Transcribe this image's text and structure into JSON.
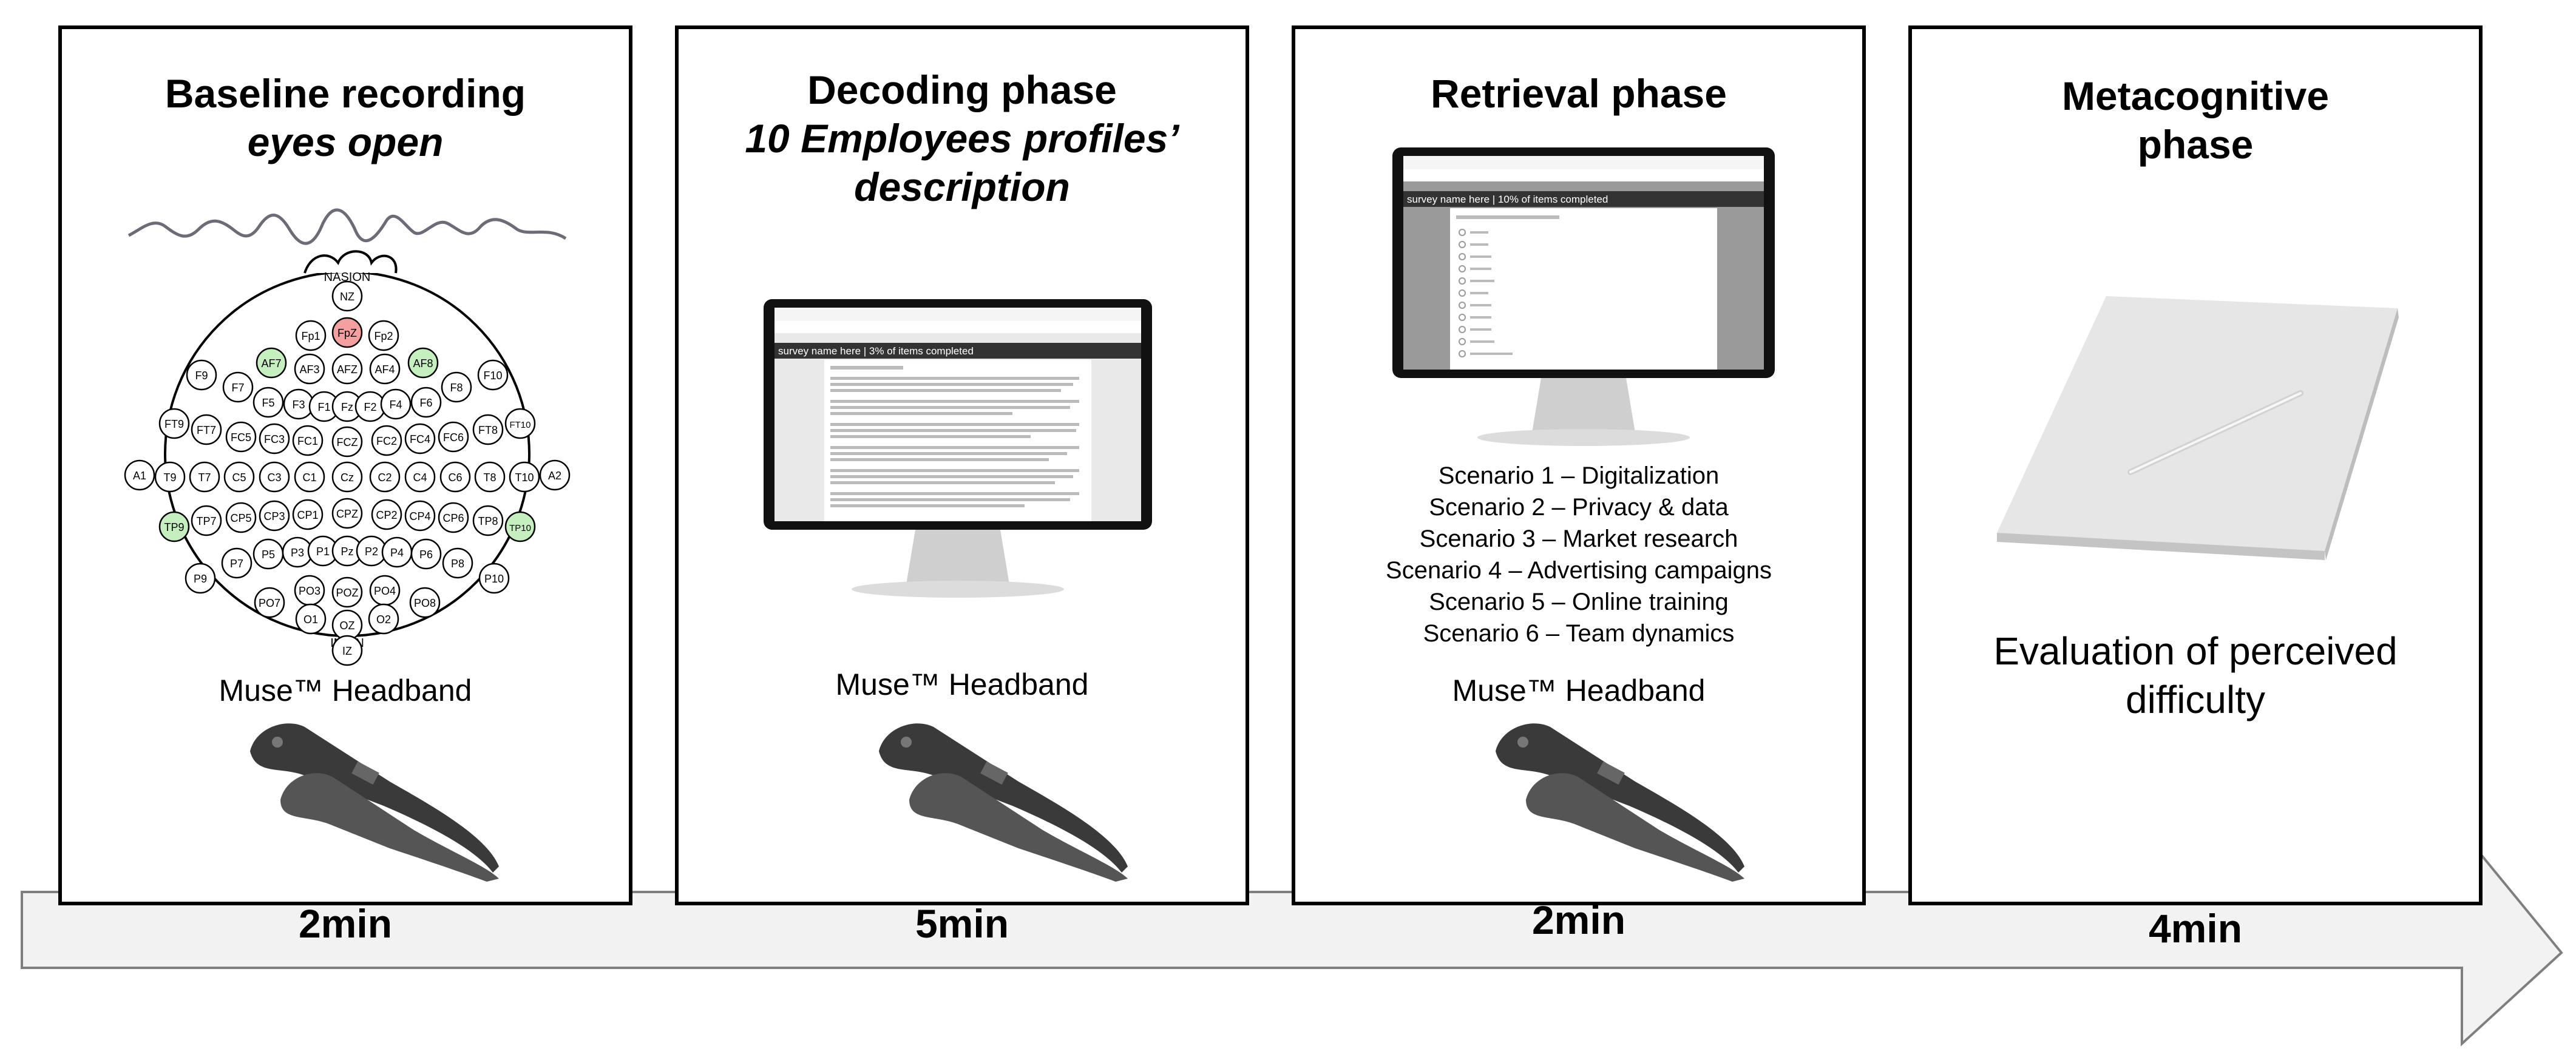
{
  "panels": [
    {
      "title_line1": "Baseline recording",
      "title_line2": "eyes open",
      "device_label": "Muse™ Headband",
      "duration": "2min",
      "eeg": {
        "top_label": "NASION",
        "bottom_label": "INION",
        "electrodes": [
          "NZ",
          "Fp1",
          "FpZ",
          "Fp2",
          "AF7",
          "AF3",
          "AFZ",
          "AF4",
          "AF8",
          "F9",
          "F7",
          "F5",
          "F3",
          "F1",
          "Fz",
          "F2",
          "F4",
          "F6",
          "F8",
          "F10",
          "FT9",
          "FT7",
          "FC5",
          "FC3",
          "FC1",
          "FCZ",
          "FC2",
          "FC4",
          "FC6",
          "FT8",
          "FT10",
          "A1",
          "T9",
          "T7",
          "C5",
          "C3",
          "C1",
          "Cz",
          "C2",
          "C4",
          "C6",
          "T8",
          "T10",
          "A2",
          "TP9",
          "TP7",
          "CP5",
          "CP3",
          "CP1",
          "CPZ",
          "CP2",
          "CP4",
          "CP6",
          "TP8",
          "TP10",
          "P9",
          "P7",
          "P5",
          "P3",
          "P1",
          "Pz",
          "P2",
          "P4",
          "P6",
          "P8",
          "P10",
          "PO7",
          "PO3",
          "POZ",
          "PO4",
          "PO8",
          "O1",
          "OZ",
          "O2",
          "IZ"
        ],
        "highlight_green": [
          "AF7",
          "AF8",
          "TP9",
          "TP10"
        ],
        "highlight_red": [
          "FpZ"
        ],
        "colors": {
          "green": "#c6efc0",
          "red": "#f4a0a0"
        }
      }
    },
    {
      "title_line1": "Decoding phase",
      "title_line2": "10 Employees profiles’",
      "title_line3": "description",
      "device_label": "Muse™ Headband",
      "duration": "5min",
      "screen_header": "survey name here | 3% of items completed"
    },
    {
      "title_line1": "Retrieval phase",
      "device_label": "Muse™ Headband",
      "duration": "2min",
      "screen_header": "survey name here | 10% of items completed",
      "scenarios": [
        "Scenario 1 – Digitalization",
        "Scenario 2 – Privacy & data",
        "Scenario 3 – Market research",
        "Scenario 4 – Advertising campaigns",
        "Scenario 5 – Online training",
        "Scenario 6 – Team dynamics"
      ]
    },
    {
      "title_line1": "Metacognitive",
      "title_line2": "phase",
      "evaluation_line1": "Evaluation of perceived",
      "evaluation_line2": "difficulty",
      "duration": "4min"
    }
  ],
  "colors": {
    "arrow_fill": "#f2f2f2",
    "arrow_stroke": "#7f7f7f",
    "wave": "#6f6a78",
    "headband": "#3a3a3a"
  }
}
